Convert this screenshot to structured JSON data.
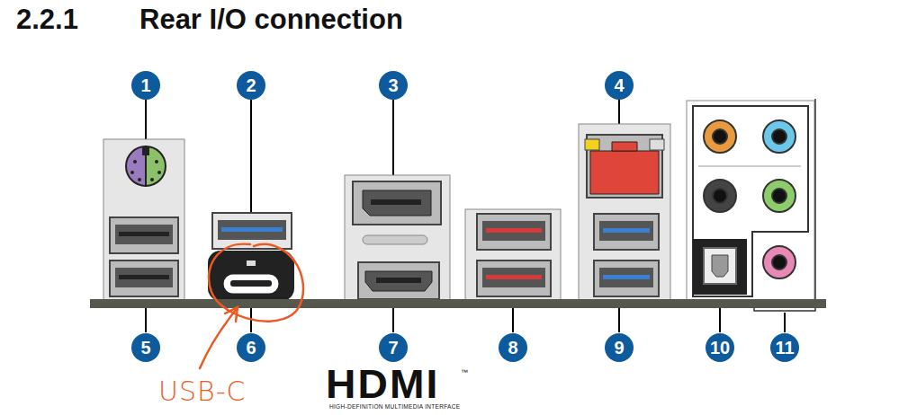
{
  "diagram": {
    "title": "Rear I/O connection",
    "nodes": [
      {
        "text": [
          "1"
        ]
      },
      {
        "text": [
          "2"
        ]
      },
      {
        "text": [
          "3"
        ]
      },
      {
        "text": [
          "4"
        ]
      },
      {
        "text": [
          "5"
        ]
      },
      {
        "text": [
          "6"
        ]
      },
      {
        "text": [
          "7"
        ]
      },
      {
        "text": [
          "8"
        ]
      },
      {
        "text": [
          "9"
        ]
      },
      {
        "text": [
          "10"
        ]
      },
      {
        "text": [
          "11"
        ]
      }
    ],
    "labels": [
      "2.2.1",
      "USB-C",
      "HDMI",
      "™",
      "HIGH-DEFINITION MULTIMEDIA INTERFACE"
    ]
  }
}
